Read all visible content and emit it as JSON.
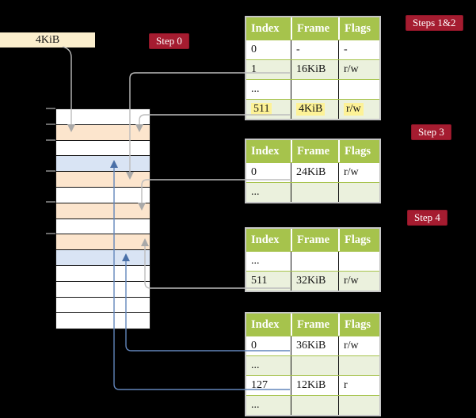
{
  "labels": {
    "page_size_box": "4KiB",
    "step0": "Step 0",
    "steps12": "Steps 1&2",
    "step3": "Step 3",
    "step4": "Step 4"
  },
  "memory": {
    "description": "physical memory frames, top to bottom",
    "rows": [
      "white",
      "peach",
      "white",
      "blue",
      "peach",
      "white",
      "peach",
      "white",
      "peach",
      "blue",
      "white",
      "white",
      "white",
      "white"
    ]
  },
  "tables": [
    {
      "name": "page-table-at-4KiB",
      "headers": [
        "Index",
        "Frame",
        "Flags"
      ],
      "rows": [
        {
          "cells": [
            "0",
            "-",
            "-"
          ],
          "shade": false,
          "highlight": false
        },
        {
          "cells": [
            "1",
            "16KiB",
            "r/w"
          ],
          "shade": true,
          "highlight": false
        },
        {
          "cells": [
            "...",
            "",
            ""
          ],
          "shade": false,
          "highlight": false
        },
        {
          "cells": [
            "511",
            "4KiB",
            "r/w"
          ],
          "shade": true,
          "highlight": true
        }
      ]
    },
    {
      "name": "page-table-at-16KiB",
      "headers": [
        "Index",
        "Frame",
        "Flags"
      ],
      "rows": [
        {
          "cells": [
            "0",
            "24KiB",
            "r/w"
          ],
          "shade": false,
          "highlight": false
        },
        {
          "cells": [
            "...",
            "",
            ""
          ],
          "shade": true,
          "highlight": false
        }
      ]
    },
    {
      "name": "page-table-at-24KiB",
      "headers": [
        "Index",
        "Frame",
        "Flags"
      ],
      "rows": [
        {
          "cells": [
            "...",
            "",
            ""
          ],
          "shade": false,
          "highlight": false
        },
        {
          "cells": [
            "511",
            "32KiB",
            "r/w"
          ],
          "shade": true,
          "highlight": false
        }
      ]
    },
    {
      "name": "page-table-at-32KiB",
      "headers": [
        "Index",
        "Frame",
        "Flags"
      ],
      "rows": [
        {
          "cells": [
            "0",
            "36KiB",
            "r/w"
          ],
          "shade": false,
          "highlight": false
        },
        {
          "cells": [
            "...",
            "",
            ""
          ],
          "shade": true,
          "highlight": false
        },
        {
          "cells": [
            "127",
            "12KiB",
            "r"
          ],
          "shade": false,
          "highlight": false
        },
        {
          "cells": [
            "...",
            "",
            ""
          ],
          "shade": true,
          "highlight": false
        }
      ]
    }
  ],
  "colors": {
    "bg": "#000000",
    "cream": "#fbeecd",
    "badge-red": "#a51c30",
    "badge-edge": "#8c1527",
    "hdr-green": "#a6c34c",
    "row-green": "#ebf1dd",
    "peach": "#fce5cd",
    "blue-row": "#d9e4f4",
    "yellow-hl": "#fdf297",
    "gray-line": "#bdbdbd",
    "gray-arrow": "#a9a9a9",
    "blue-line": "#6285bb",
    "blue-arrow": "#4a70a8",
    "tick": "#8f8f8f",
    "cell-border": "#141414",
    "table-border": "#c6c6c6",
    "text": "#141414"
  }
}
